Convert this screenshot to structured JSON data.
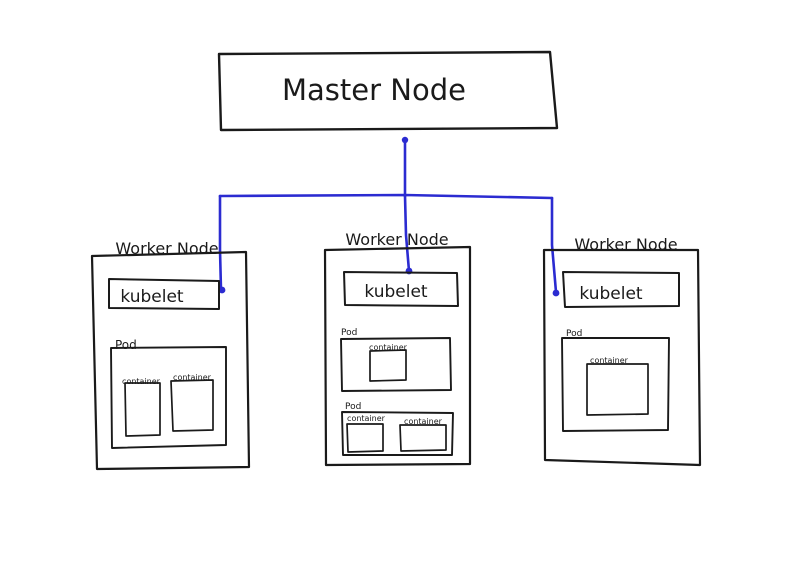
{
  "master": {
    "label": "Master Node"
  },
  "workers": [
    {
      "title": "Worker Node",
      "kubelet": "kubelet",
      "pods": [
        {
          "label": "Pod",
          "containers": [
            "container",
            "container"
          ]
        }
      ]
    },
    {
      "title": "Worker Node",
      "kubelet": "kubelet",
      "pods": [
        {
          "label": "Pod",
          "containers": [
            "container"
          ]
        },
        {
          "label": "Pod",
          "containers": [
            "container",
            "container"
          ]
        }
      ]
    },
    {
      "title": "Worker Node",
      "kubelet": "kubelet",
      "pods": [
        {
          "label": "Pod",
          "containers": [
            "container"
          ]
        }
      ]
    }
  ],
  "colors": {
    "ink": "#1a1a1a",
    "connector": "#2b2bd1",
    "background": "#ffffff"
  }
}
